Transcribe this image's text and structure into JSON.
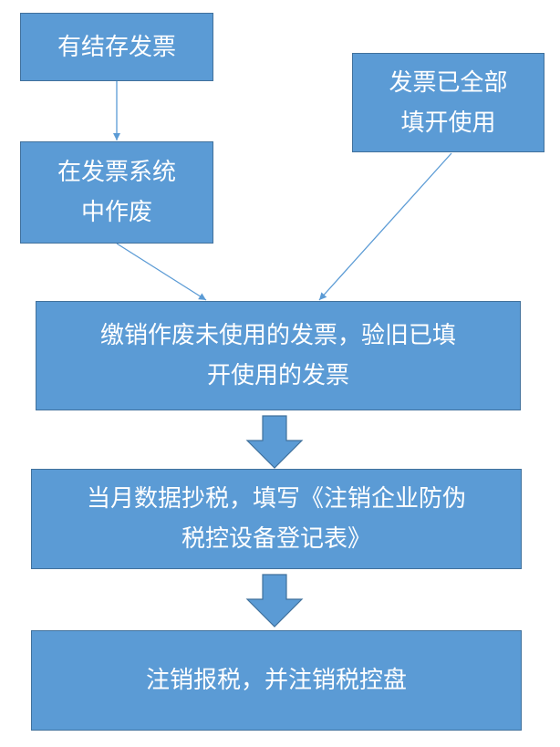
{
  "boxes": {
    "have_invoices": "有结存发票",
    "all_used": "发票已全部\n填开使用",
    "void_in_system": "在发票系统\n中作废",
    "cancel_and_verify": "缴销作废未使用的发票，验旧已填\n开使用的发票",
    "copy_tax": "当月数据抄税，填写《注销企业防伪\n税控设备登记表》",
    "deregister": "注销报税，并注销税控盘"
  },
  "colors": {
    "box_fill": "#5b9bd5",
    "box_border": "#41719c",
    "box_text": "#ffffff",
    "connector": "#5b9bd5"
  }
}
